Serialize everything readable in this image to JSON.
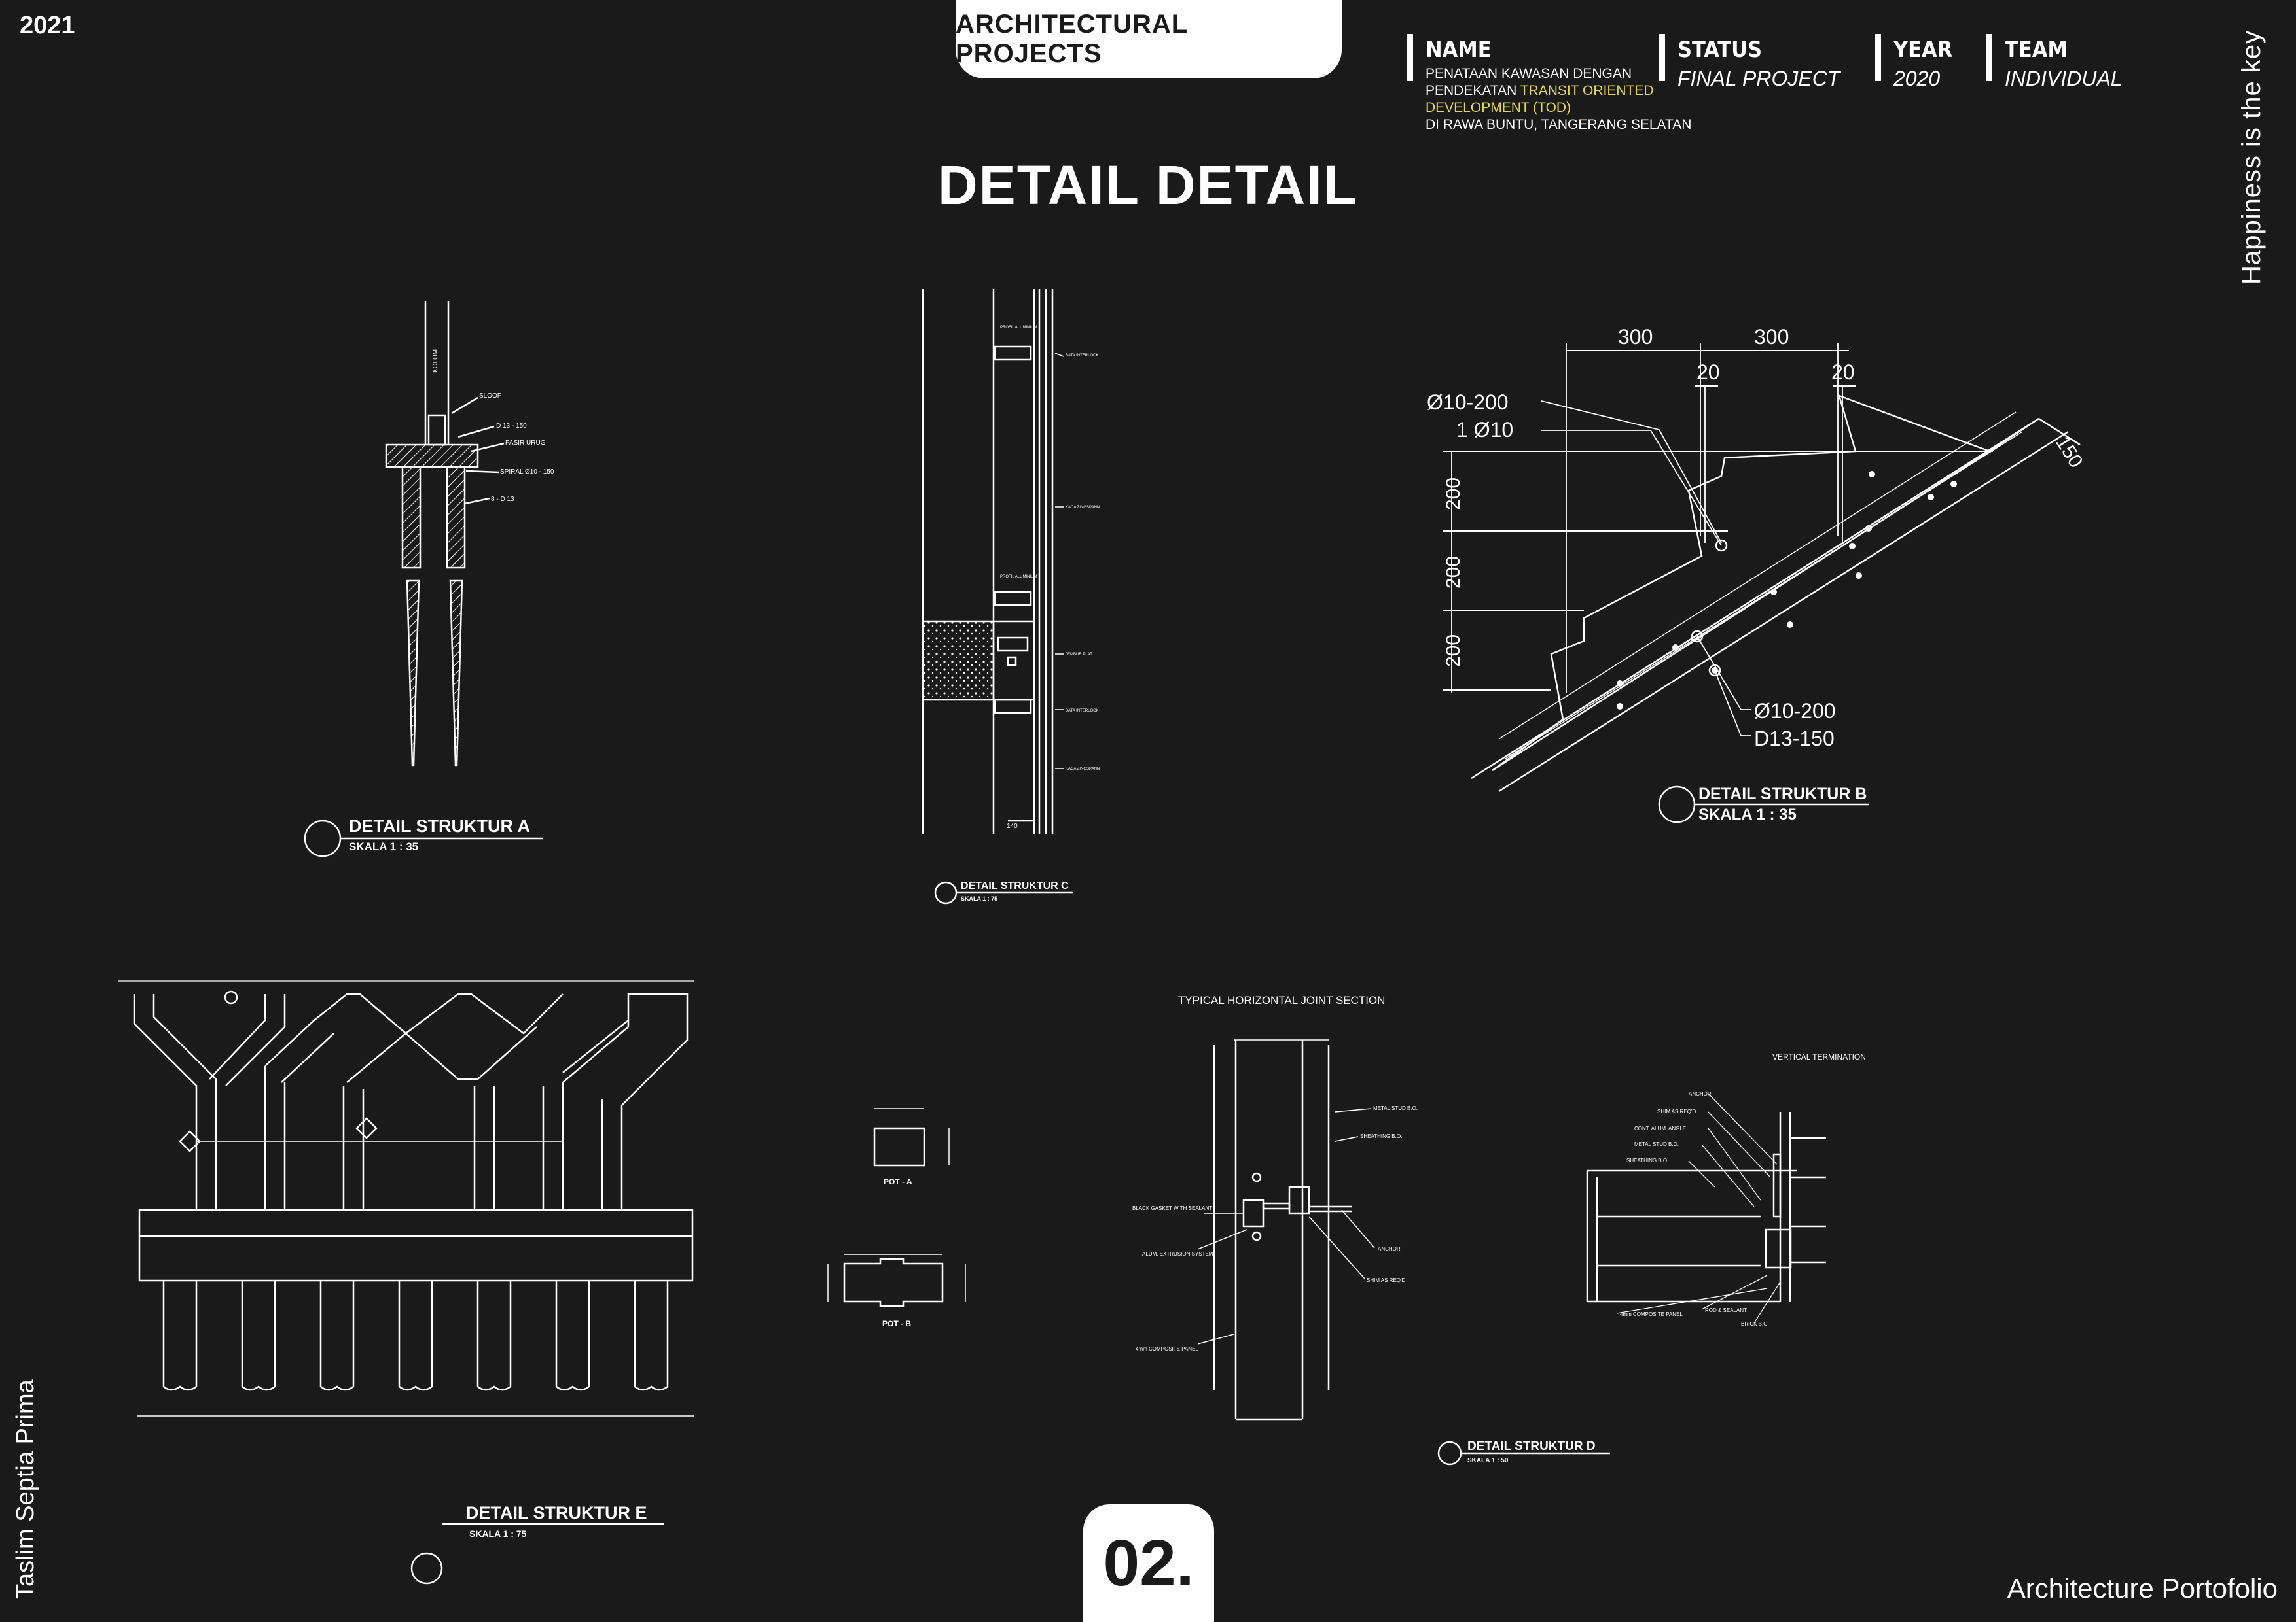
{
  "year": "2021",
  "tab_title": "ARCHITECTURAL PROJECTS",
  "page_title": "DETAIL DETAIL",
  "info": {
    "name": {
      "label": "NAME",
      "line1": "PENATAAN KAWASAN DENGAN",
      "line2_a": "PENDEKATAN ",
      "line2_b": "TRANSIT ORIENTED",
      "line3": "DEVELOPMENT (TOD)",
      "line4": "DI RAWA BUNTU, TANGERANG SELATAN"
    },
    "status": {
      "label": "STATUS",
      "value": "FINAL PROJECT"
    },
    "year": {
      "label": "YEAR",
      "value": "2020"
    },
    "team": {
      "label": "TEAM",
      "value": "INDIVIDUAL"
    }
  },
  "tagline": "Happiness is the key",
  "author": "Taslim Septia Prima",
  "footer": "Architecture Portofolio",
  "page_number": "02.",
  "colors": {
    "background": "#1a1a1b",
    "highlight": "#e6d84a",
    "line": "#ffffff"
  },
  "details": {
    "a": {
      "title": "DETAIL STRUKTUR A",
      "scale": "SKALA 1 : 35",
      "labels": {
        "kolom": "KOLOM",
        "sloof": "SLOOF",
        "d13": "D 13 - 150",
        "pasir": "PASIR URUG",
        "spiral": "SPIRAL Ø10 - 150",
        "bar": "8 - D 13"
      }
    },
    "b": {
      "title": "DETAIL STRUKTUR  B",
      "scale": "SKALA 1 : 35",
      "dims": {
        "d300a": "300",
        "d300b": "300",
        "d20a": "20",
        "d20b": "20",
        "d150": "150",
        "d200a": "200",
        "d200b": "200",
        "d200c": "200"
      },
      "rebar": {
        "r1": "Ø10-200",
        "r2": "1  Ø10",
        "r3": "Ø10-200",
        "r4": "D13-150"
      }
    },
    "c": {
      "title": "DETAIL STRUKTUR C",
      "scale": "SKALA 1 : 75",
      "labels": {
        "profil1": "PROFIL ALUMINIUM",
        "bata": "BATA INTERLOCK",
        "kaca1": "KACA ZINGSPANN",
        "profil2": "PROFIL ALUMINIUM",
        "plat": "JEMBUR PLAT",
        "bata2": "BATA INTERLOCK",
        "kaca2": "KACA ZINGSPANN",
        "dim": "140"
      }
    },
    "d": {
      "title": "DETAIL STRUKTUR D",
      "scale": "SKALA 1 : 50",
      "section_title": "TYPICAL  HORIZONTAL  JOINT  SECTION",
      "vertical_title": "VERTICAL  TERMINATION",
      "labels": {
        "metal_stud": "METAL STUD B.O.",
        "sheathing": "SHEATHING B.O.",
        "black_gasket": "BLACK GASKET WITH SEALANT",
        "anchor": "ANCHOR",
        "alum_ext": "ALUM. EXTRUSION SYSTEM",
        "shim": "SHIM AS REQ'D",
        "composite": "4mm COMPOSITE PANEL",
        "v_anchor": "ANCHOR",
        "v_shim": "SHIM AS REQ'D",
        "v_angle": "CONT. ALUM. ANGLE",
        "v_stud": "METAL STUD B.O.",
        "v_sheathing": "SHEATHING B.O.",
        "v_rod": "ROD & SEALANT",
        "v_panel": "4mm COMPOSITE PANEL",
        "v_brick": "BRICK B.O."
      }
    },
    "e": {
      "title": "DETAIL STRUKTUR E",
      "scale": "SKALA 1 : 75",
      "pot_a": "POT - A",
      "pot_b": "POT - B"
    }
  }
}
